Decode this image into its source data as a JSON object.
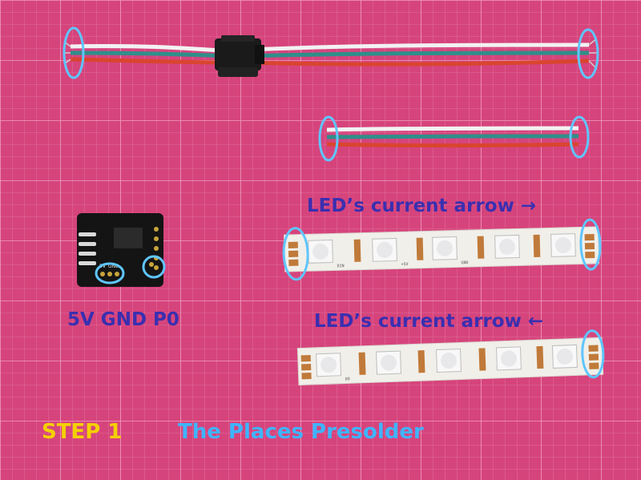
{
  "labels": {
    "arrow_right": "LED’s current arrow →",
    "arrow_left": "LED’s current arrow ←",
    "pins": "5V GND P0",
    "step": "STEP 1",
    "title": "The Places Presolder"
  },
  "board_silkscreen": {
    "v5": "5V",
    "gnd": "GND"
  },
  "strip_silkscreen": {
    "pad_a": "+5V",
    "pad_b": "DIN",
    "pad_c": "GND",
    "pad_d": "DO"
  },
  "colors": {
    "mat": "#d6447c",
    "grid_line": "#e88aac",
    "label_blue": "#3a2fb0",
    "step_yellow": "#f4d000",
    "title_cyan": "#3fb4ff",
    "wire_white": "#f2f2f2",
    "wire_green": "#2f8f8a",
    "wire_red": "#d9452f",
    "highlight_circle": "#5fc6ff",
    "strip_white": "#f1efe9",
    "copper_pad": "#c07a3a"
  }
}
